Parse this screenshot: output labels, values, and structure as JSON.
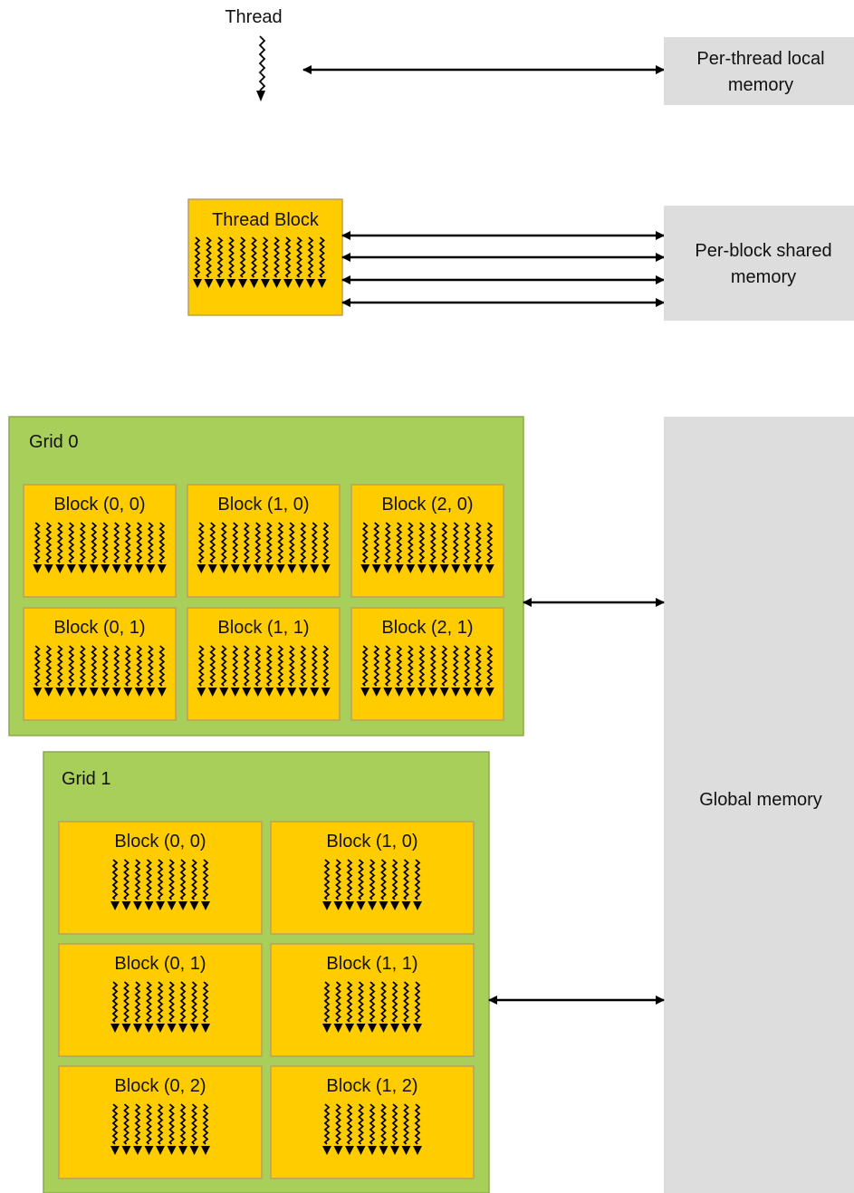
{
  "thread": {
    "label": "Thread"
  },
  "thread_block": {
    "label": "Thread Block"
  },
  "memory": {
    "local_line1": "Per-thread local",
    "local_line2": "memory",
    "shared_line1": "Per-block shared",
    "shared_line2": "memory",
    "global": "Global memory"
  },
  "grids": [
    {
      "title": "Grid 0",
      "blocks": [
        "Block (0, 0)",
        "Block (1, 0)",
        "Block (2, 0)",
        "Block (0, 1)",
        "Block (1, 1)",
        "Block (2, 1)"
      ]
    },
    {
      "title": "Grid 1",
      "blocks": [
        "Block (0, 0)",
        "Block (1, 0)",
        "Block (0, 1)",
        "Block (1, 1)",
        "Block (0, 2)",
        "Block (1, 2)"
      ]
    }
  ],
  "colors": {
    "grid_fill": "#a8cf5a",
    "grid_stroke": "#8aaa50",
    "block_fill": "#ffcc00",
    "block_stroke": "#b8a060",
    "memory_fill": "#dddddd",
    "arrow": "#000000"
  }
}
